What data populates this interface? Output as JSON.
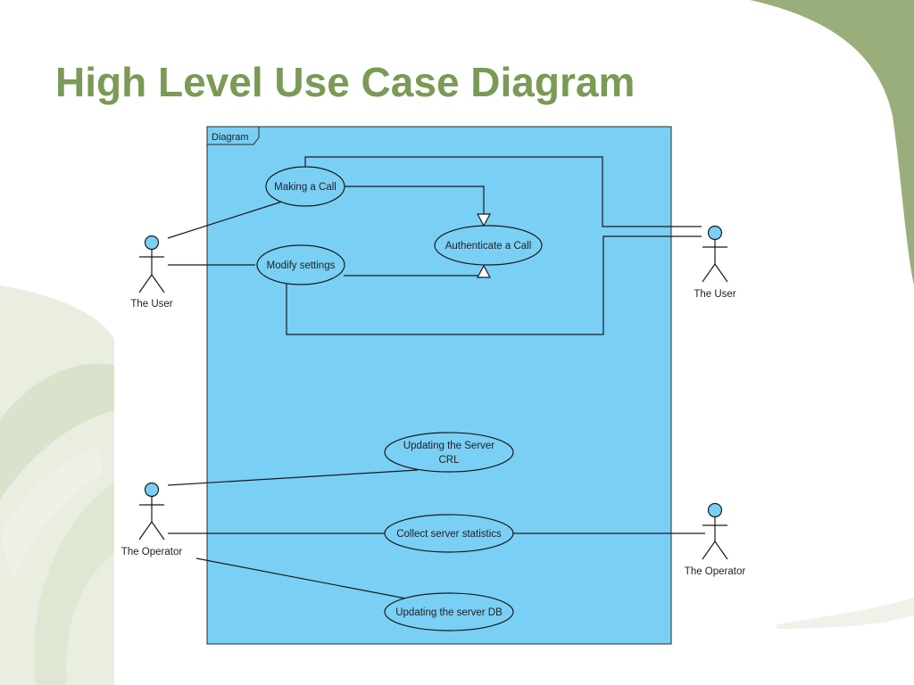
{
  "slide": {
    "title": "High Level Use Case Diagram"
  },
  "diagram": {
    "frame_label": "Diagram",
    "use_cases": {
      "making_call": "Making a Call",
      "authenticate_call": "Authenticate a Call",
      "modify_settings": "Modify settings",
      "update_crl_line1": "Updating the Server",
      "update_crl_line2": "CRL",
      "collect_stats": "Collect server statistics",
      "update_db": "Updating the server DB"
    },
    "actors": {
      "user_left": "The User",
      "user_right": "The User",
      "operator_left": "The Operator",
      "operator_right": "The Operator"
    }
  },
  "colors": {
    "title": "#7a9a55",
    "frame_fill": "#7acff5",
    "actor_head": "#7acff5",
    "decor_green": "#9aae7c",
    "decor_light": "#e4eadb"
  }
}
